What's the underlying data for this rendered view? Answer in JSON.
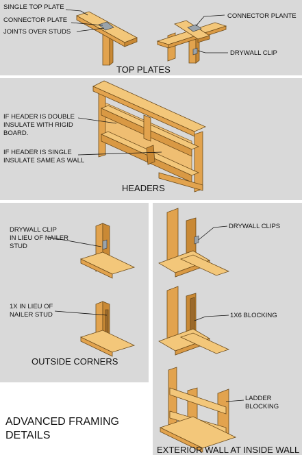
{
  "colors": {
    "panel": "#d9d9d9",
    "wood_top": "#f3c77a",
    "wood_front": "#e2a34e",
    "wood_side": "#c98935",
    "background": "#ffffff"
  },
  "top_plates": {
    "caption": "TOP PLATES",
    "labels": [
      "SINGLE TOP PLATE",
      "CONNECTOR PLATE",
      "JOINTS OVER STUDS",
      "CONNECTOR PLANTE",
      "DRYWALL CLIP"
    ]
  },
  "headers": {
    "caption": "HEADERS",
    "double_note": [
      "IF HEADER IS DOUBLE",
      "INSULATE WITH RIGID",
      "BOARD."
    ],
    "single_note": [
      "IF HEADER IS SINGLE",
      "INSULATE SAME AS WALL"
    ]
  },
  "outside_corners": {
    "caption": "OUTSIDE CORNERS",
    "clip_note": [
      "DRYWALL CLIP",
      "IN LIEU OF NAILER",
      "STUD"
    ],
    "nailer_note": [
      "1X IN LIEU OF",
      "NAILER STUD"
    ]
  },
  "inside_wall": {
    "caption": "EXTERIOR WALL AT INSIDE WALL",
    "clips_label": "DRYWALL CLIPS",
    "blocking_label": "1X6 BLOCKING",
    "ladder_note": [
      "LADDER",
      "BLOCKING"
    ]
  },
  "page_title": [
    "ADVANCED FRAMING",
    "DETAILS"
  ]
}
